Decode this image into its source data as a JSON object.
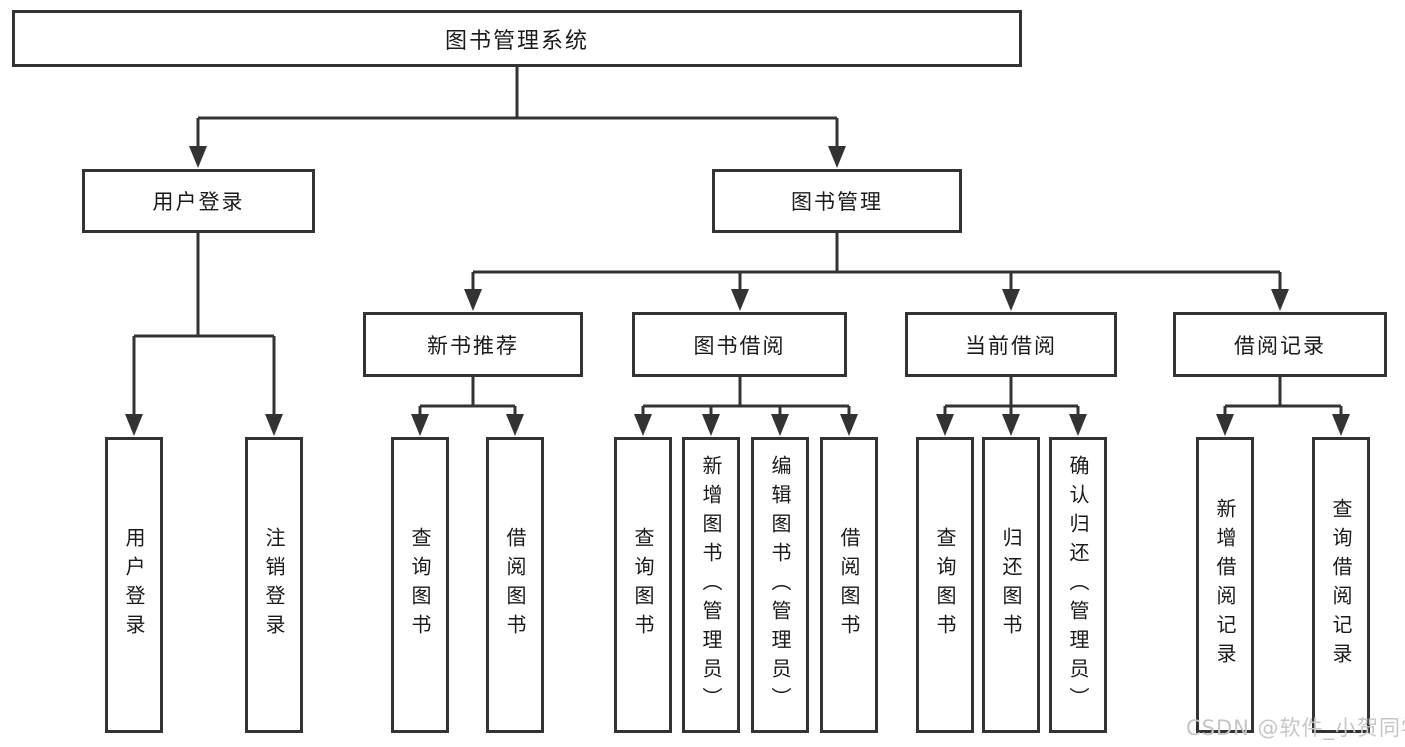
{
  "tree": {
    "root": {
      "label": "图书管理系统"
    },
    "branches": [
      {
        "label": "用户登录",
        "children": [
          {
            "label": "用户登录"
          },
          {
            "label": "注销登录"
          }
        ]
      },
      {
        "label": "图书管理",
        "children": [
          {
            "label": "新书推荐",
            "children": [
              {
                "label": "查询图书"
              },
              {
                "label": "借阅图书"
              }
            ]
          },
          {
            "label": "图书借阅",
            "children": [
              {
                "label": "查询图书"
              },
              {
                "label": "新增图书（管理员）"
              },
              {
                "label": "编辑图书（管理员）"
              },
              {
                "label": "借阅图书"
              }
            ]
          },
          {
            "label": "当前借阅",
            "children": [
              {
                "label": "查询图书"
              },
              {
                "label": "归还图书"
              },
              {
                "label": "确认归还（管理员）"
              }
            ]
          },
          {
            "label": "借阅记录",
            "children": [
              {
                "label": "新增借阅记录"
              },
              {
                "label": "查询借阅记录"
              }
            ]
          }
        ]
      }
    ]
  },
  "watermark": {
    "text": "CSDN @软件_小贺同学"
  },
  "colors": {
    "line": "#333333",
    "box_border": "#333333",
    "text": "#1a1a1a",
    "watermark": "#c6c6c6",
    "background": "#ffffff"
  }
}
